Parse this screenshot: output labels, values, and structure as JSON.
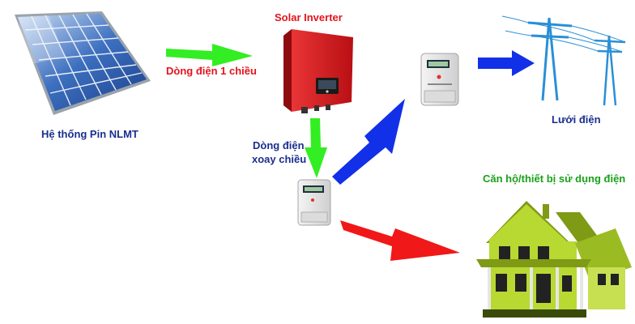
{
  "labels": {
    "solar_system": "Hệ thống Pin NLMT",
    "inverter": "Solar Inverter",
    "dc_current": "Dòng điện 1 chiều",
    "ac_current_line1": "Dòng điện",
    "ac_current_line2": "xoay chiều",
    "grid": "Lưới điện",
    "house": "Căn hộ/thiết bị sử dụng điện"
  },
  "colors": {
    "solar_label": "#1a2f8f",
    "inverter_label": "#e3141e",
    "dc_label": "#e3141e",
    "ac_label": "#1a2f8f",
    "grid_label": "#1a2f8f",
    "house_label": "#1aa01a",
    "green_arrow": "#33ee22",
    "blue_arrow": "#1230e8",
    "red_arrow": "#f01818",
    "utility_pole": "#2a8fd6",
    "inverter_body": "#e01e24",
    "house_body": "#b8d832"
  },
  "icons": [
    "solar-panel-icon",
    "solar-inverter-icon",
    "bidirectional-meter-icon",
    "energy-meter-icon",
    "utility-pole-icon",
    "house-icon"
  ]
}
